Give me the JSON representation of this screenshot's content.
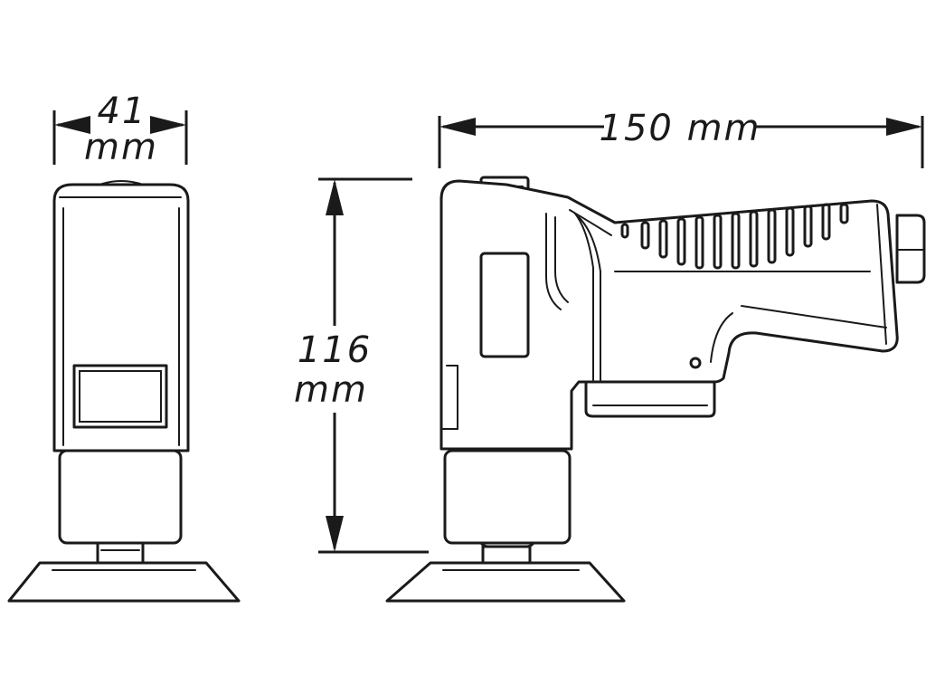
{
  "dimensions": {
    "width_value": "41",
    "width_unit": "mm",
    "length": "150 mm",
    "height_value": "116",
    "height_unit": "mm"
  },
  "colors": {
    "line": "#1a1a1a",
    "background": "#ffffff"
  }
}
